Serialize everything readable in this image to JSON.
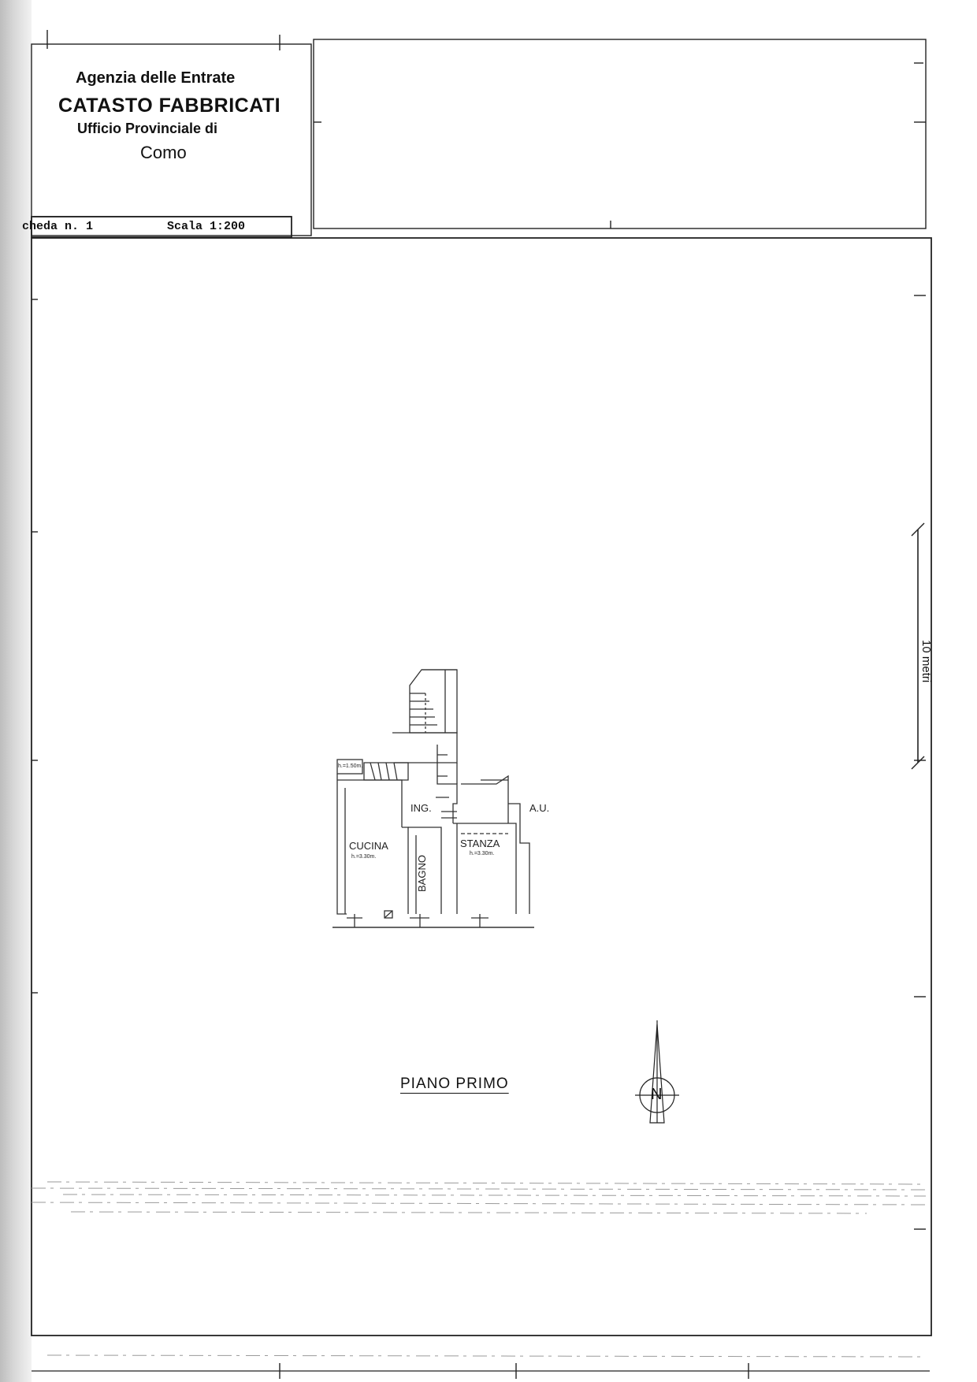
{
  "header": {
    "agency": "Agenzia delle Entrate",
    "department": "CATASTO FABBRICATI",
    "office": "Ufficio Provinciale di",
    "city": "Como"
  },
  "sheet": {
    "scheda": "cheda n. 1",
    "scala": "Scala 1:200"
  },
  "scale_bar": {
    "label": "10 metri"
  },
  "plan": {
    "floor": "PIANO PRIMO",
    "rooms": {
      "cucina": {
        "name": "CUCINA",
        "height": "h.=3.30m."
      },
      "bagno": {
        "name": "BAGNO"
      },
      "stanza": {
        "name": "STANZA",
        "height": "h.=3.30m."
      },
      "ingresso": {
        "name": "ING."
      },
      "annex": {
        "name": "A.U."
      },
      "landing": {
        "height": "h.=1.50m."
      }
    }
  },
  "compass": {
    "letter": "N"
  }
}
